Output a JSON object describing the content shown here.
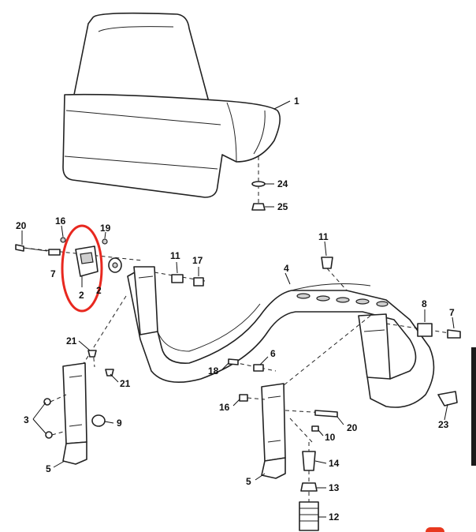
{
  "diagram": {
    "callouts": [
      {
        "id": "1",
        "text": "1"
      },
      {
        "id": "24",
        "text": "24"
      },
      {
        "id": "25",
        "text": "25"
      },
      {
        "id": "20a",
        "text": "20"
      },
      {
        "id": "16a",
        "text": "16"
      },
      {
        "id": "19",
        "text": "19"
      },
      {
        "id": "7a",
        "text": "7"
      },
      {
        "id": "2a",
        "text": "2"
      },
      {
        "id": "2b",
        "text": "2"
      },
      {
        "id": "11a",
        "text": "11"
      },
      {
        "id": "17",
        "text": "17"
      },
      {
        "id": "11b",
        "text": "11"
      },
      {
        "id": "4",
        "text": "4"
      },
      {
        "id": "8",
        "text": "8"
      },
      {
        "id": "7b",
        "text": "7"
      },
      {
        "id": "21a",
        "text": "21"
      },
      {
        "id": "21b",
        "text": "21"
      },
      {
        "id": "3",
        "text": "3"
      },
      {
        "id": "9",
        "text": "9"
      },
      {
        "id": "5a",
        "text": "5"
      },
      {
        "id": "6",
        "text": "6"
      },
      {
        "id": "18",
        "text": "18"
      },
      {
        "id": "16b",
        "text": "16"
      },
      {
        "id": "20b",
        "text": "20"
      },
      {
        "id": "10",
        "text": "10"
      },
      {
        "id": "14",
        "text": "14"
      },
      {
        "id": "13",
        "text": "13"
      },
      {
        "id": "12",
        "text": "12"
      },
      {
        "id": "23",
        "text": "23"
      },
      {
        "id": "5b",
        "text": "5"
      }
    ],
    "highlight_color": "#e8281f"
  }
}
